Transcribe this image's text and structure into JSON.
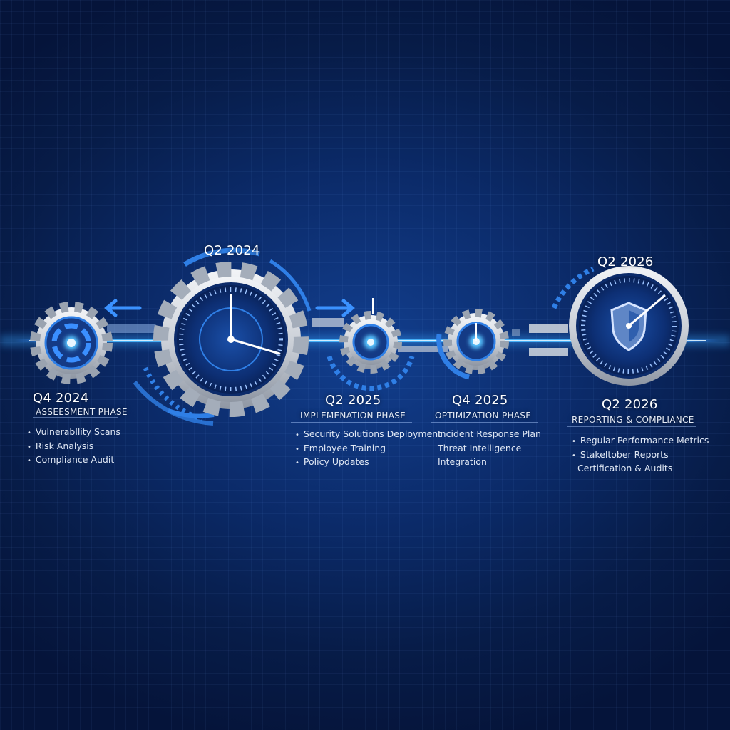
{
  "milestones": [
    {
      "date": "Q4 2024",
      "phase": "ASSEESMENT PHASE",
      "items": [
        "Vulnerabllity Scans",
        "Risk Analysis",
        "Compliance Audit"
      ]
    },
    {
      "date": "Q2 2024"
    },
    {
      "date": "Q2 2025",
      "phase": "IMPLEMENATION PHASE",
      "items": [
        "Security Solutions Deployment",
        "Employee Training",
        "Policy Updates"
      ]
    },
    {
      "date": "Q4 2025",
      "phase": "OPTIMIZATION PHASE",
      "items": [
        "Incident Response Plan",
        "Threat Intelligence",
        "Integration"
      ]
    },
    {
      "date_top": "Q2 2026",
      "date": "Q2 2026",
      "phase": "REPORTING & COMPLIANCE",
      "items": [
        "Regular Performance Metrics",
        "Stakeltober Reports",
        "Certification & Audits"
      ]
    }
  ],
  "colors": {
    "background": "#0b2a68",
    "beam": "#49b8ff",
    "accent": "#2e8bff",
    "gear": "#d9dde4"
  },
  "icons": [
    "gear-icon",
    "clock-icon",
    "shield-icon",
    "arrow-left-icon",
    "arrow-right-icon"
  ]
}
